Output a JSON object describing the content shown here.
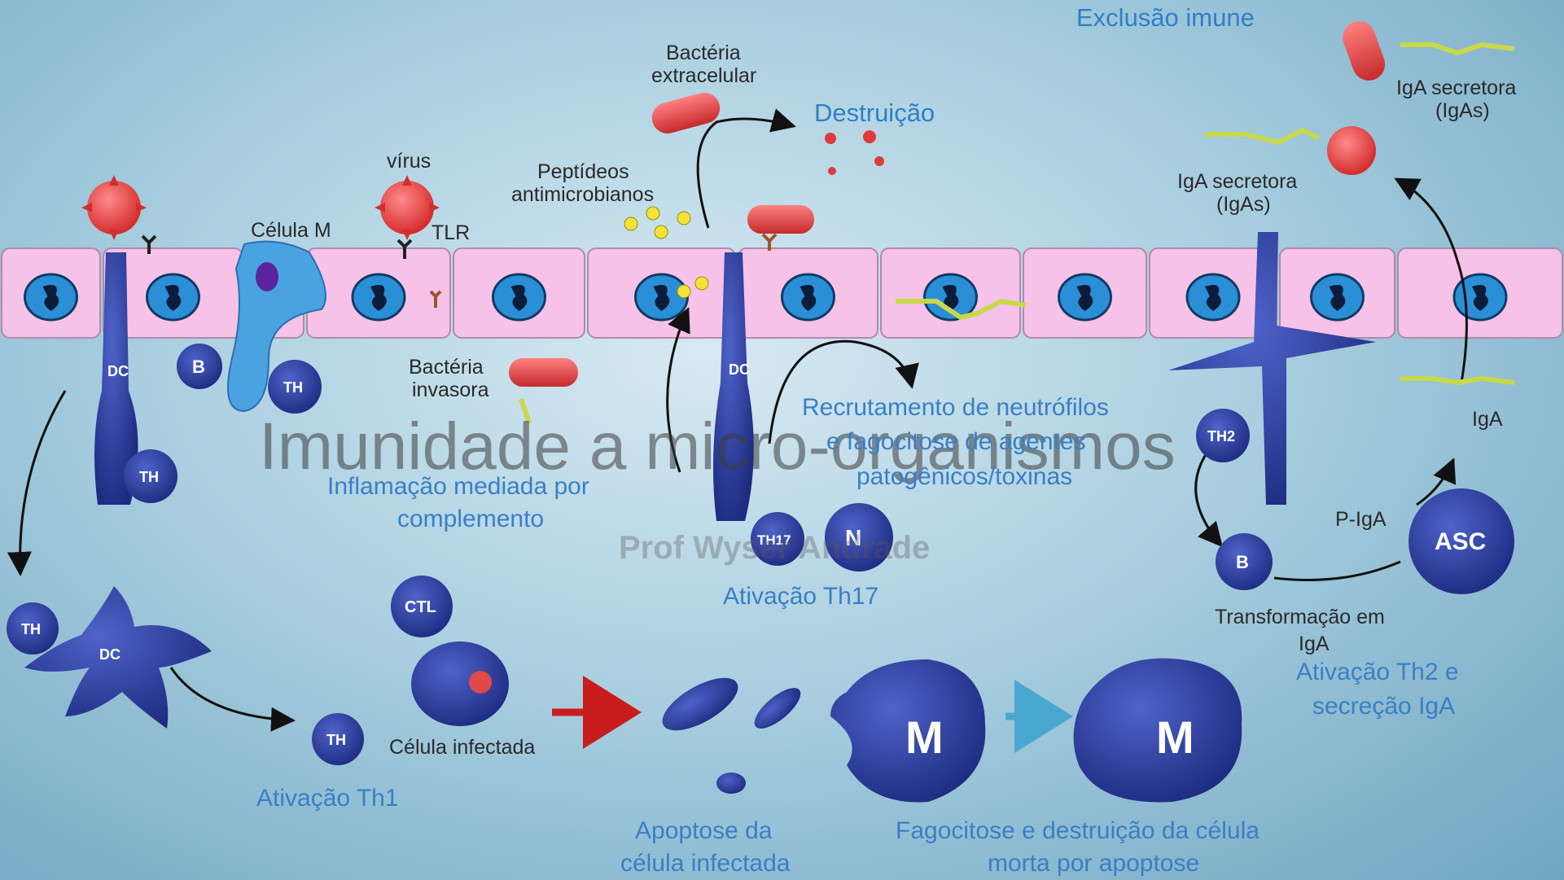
{
  "labels": {
    "celula_m": "Célula M",
    "virus": "vírus",
    "tlr": "TLR",
    "peptideos_1": "Peptídeos",
    "peptideos_2": "antimicrobianos",
    "bacteria_extra_1": "Bactéria",
    "bacteria_extra_2": "extracelular",
    "destruicao": "Destruição",
    "exclusao": "Exclusão imune",
    "iga_secretora_1_a": "IgA secretora",
    "iga_secretora_1_b": "(IgAs)",
    "iga_secretora_2_a": "IgA secretora",
    "iga_secretora_2_b": "(IgAs)",
    "bacteria_invasora_1": "Bactéria",
    "bacteria_invasora_2": "invasora",
    "inflamacao_1": "Inflamação mediada por",
    "inflamacao_2": "complemento",
    "recrutamento_1": "Recrutamento de neutrófilos",
    "recrutamento_2": "e fagocitose de agentes",
    "recrutamento_3": "patogênicos/toxinas",
    "ativacao_th17": "Ativação Th17",
    "iga": "IgA",
    "p_iga": "P-IgA",
    "transformacao_1": "Transformação em",
    "transformacao_2": "IgA",
    "ativacao_th2_1": "Ativação Th2 e",
    "ativacao_th2_2": "secreção IgA",
    "celula_infectada": "Célula infectada",
    "ativacao_th1": "Ativação Th1",
    "apoptose_1": "Apoptose da",
    "apoptose_2": "célula infectada",
    "fagocitose_1": "Fagocitose e destruição da célula",
    "fagocitose_2": "morta por apoptose",
    "watermark_title": "Imunidade a micro-organismos",
    "watermark_author": "Prof Wyser Andrade"
  },
  "cells": {
    "dc": "DC",
    "b": "B",
    "th": "TH",
    "ctl": "CTL",
    "th17": "TH17",
    "n": "N",
    "th2": "TH2",
    "asc": "ASC",
    "m": "M"
  },
  "colors": {
    "epithelium": "#f6c2e8",
    "epithelium_border": "#b08aa8",
    "nucleus": "#2a8fd6",
    "immune_cell": "#2b3f9e",
    "bacteria": "#e04a4a",
    "label_blue": "#2f7fc8",
    "iga": "#c8d84a"
  },
  "icons": {
    "virus": "spiky-red-sphere-icon",
    "bacteria": "red-rod-bacteria-icon",
    "antibody": "y-shaped-antibody-icon",
    "peptide": "yellow-crescent-peptide-icon"
  }
}
